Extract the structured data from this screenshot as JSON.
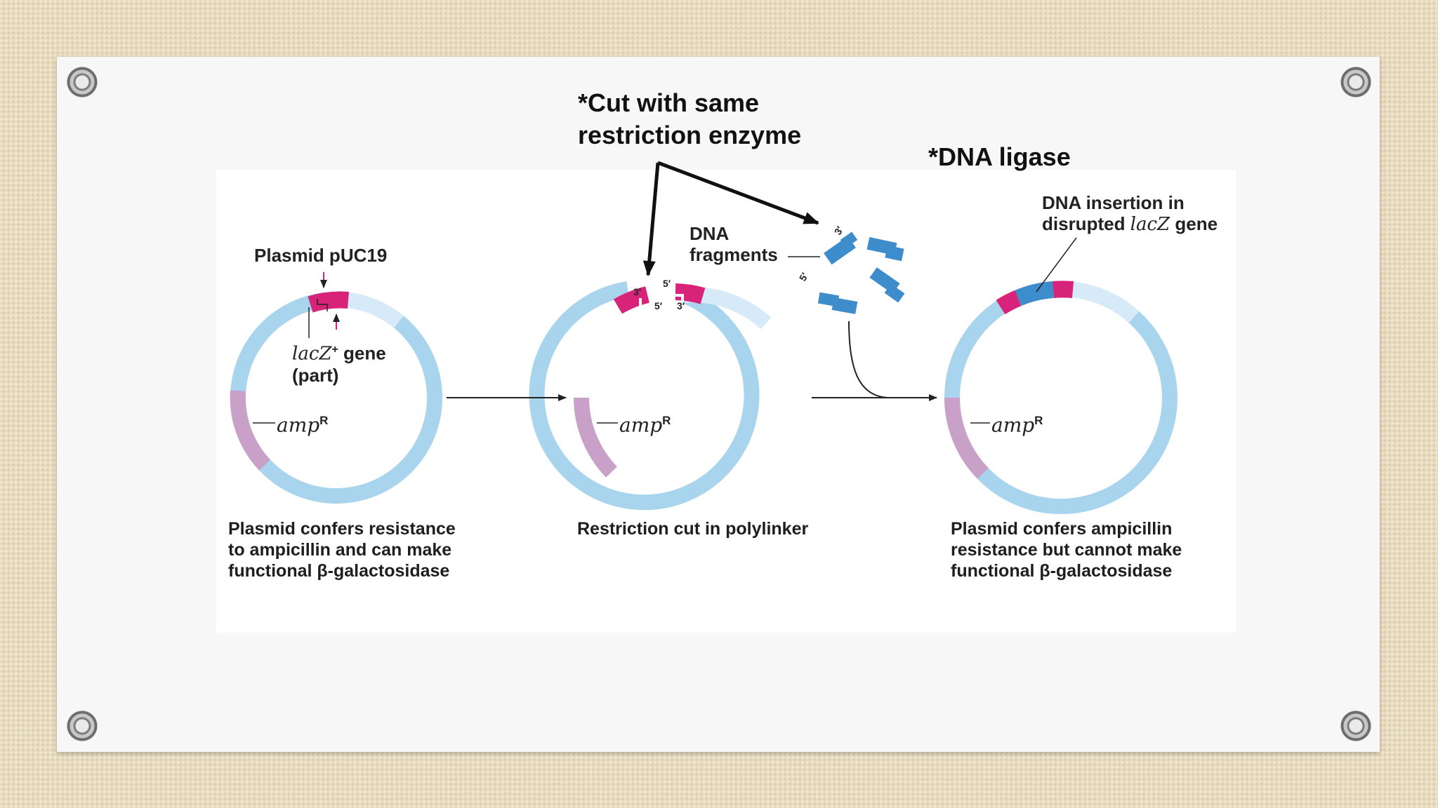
{
  "annotations": {
    "cut_line1": "*Cut with same",
    "cut_line2": "restriction enzyme",
    "ligase": "*DNA ligase"
  },
  "plasmid_label": "Plasmid pUC19",
  "lacz_label": {
    "italic": "lacZ",
    "sup": "+",
    "rest": " gene",
    "line2": "(part)"
  },
  "amp_label": {
    "italic": "amp",
    "sup": "R"
  },
  "fragments_label": {
    "line1": "DNA",
    "line2": "fragments"
  },
  "insertion_label": {
    "line1": "DNA insertion in",
    "line2_pre": "disrupted ",
    "line2_italic": "lacZ",
    "line2_post": " gene"
  },
  "strand_ends": {
    "three": "3′",
    "five": "5′"
  },
  "captions": {
    "left": [
      "Plasmid confers resistance",
      "to ampicillin and can make",
      "functional β-galactosidase"
    ],
    "middle": "Restriction cut in polylinker",
    "right": [
      "Plasmid confers ampicillin",
      "resistance but cannot make",
      "functional β-galactosidase"
    ]
  },
  "colors": {
    "plasmid_ring": "#a9d4ee",
    "plasmid_light": "#d6ebf7",
    "lacz_segment": "#d8237a",
    "ampR_segment": "#c9a0c8",
    "dna_fragment": "#3d8ccb"
  }
}
